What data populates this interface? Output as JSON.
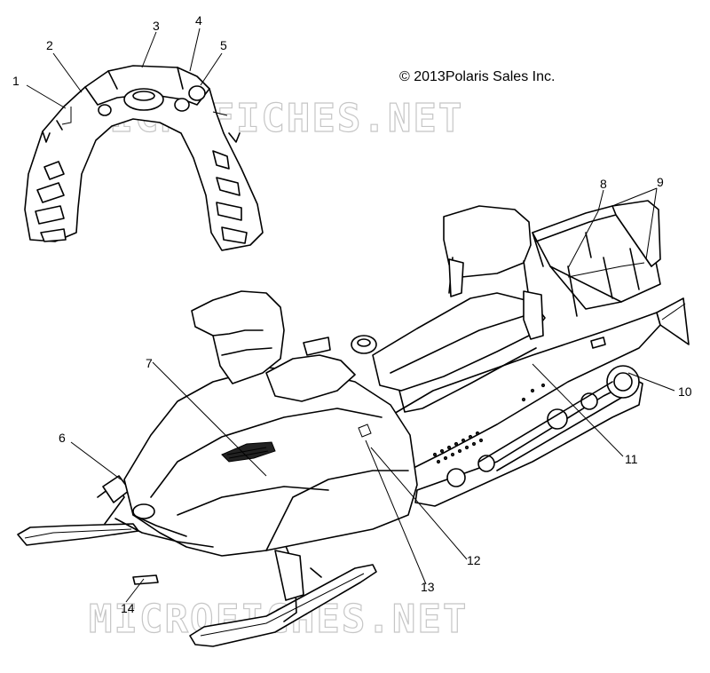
{
  "copyright": "© 2013Polaris Sales Inc.",
  "watermarks": [
    "MICROFICHES.NET",
    "MICROFICHES.NET"
  ],
  "callouts": [
    "1",
    "2",
    "3",
    "4",
    "5",
    "6",
    "7",
    "8",
    "9",
    "10",
    "11",
    "12",
    "13",
    "14"
  ],
  "colors": {
    "line": "#000000",
    "watermark": "#c6c6c6",
    "background": "#ffffff"
  }
}
